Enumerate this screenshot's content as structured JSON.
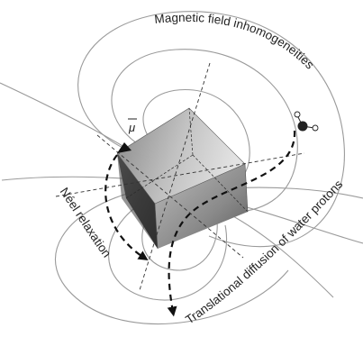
{
  "labels": {
    "field": "Magnetic field inhomogeneities",
    "neel": "Néel relaxation",
    "translational": "Translational diffusion of water protons",
    "mu": "μ"
  },
  "colors": {
    "field_lines": "#9a9a9a",
    "axes": "#333333",
    "arrows": "#111111",
    "cube_light": "#e6e6e6",
    "cube_mid": "#9c9c9c",
    "cube_dark": "#3a3a3a"
  },
  "icons": {
    "water_molecule": "water-molecule-icon",
    "moment_arrow": "arrow-up-icon"
  }
}
